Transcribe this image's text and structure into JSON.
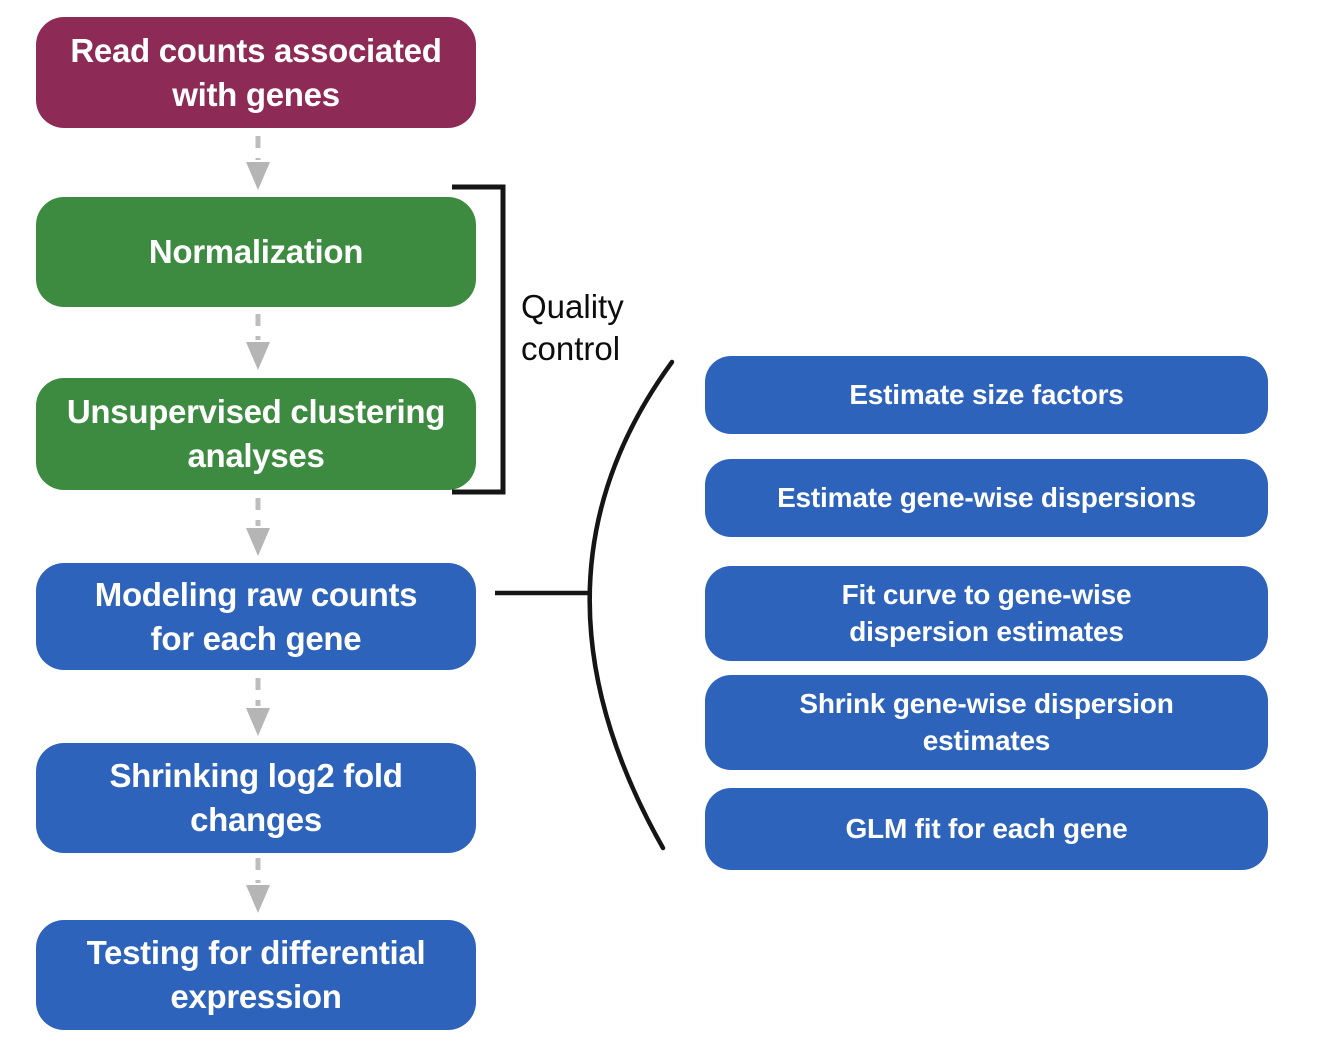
{
  "diagram": {
    "type": "flowchart",
    "quality_control": {
      "label": "Quality\ncontrol"
    },
    "main_steps": [
      {
        "label": "Read counts associated\nwith genes",
        "color": "#8e2a56"
      },
      {
        "label": "Normalization",
        "color": "#3c8b40"
      },
      {
        "label": "Unsupervised clustering\nanalyses",
        "color": "#3c8b40"
      },
      {
        "label": "Modeling raw counts\nfor each gene",
        "color": "#2e63bc"
      },
      {
        "label": "Shrinking log2 fold\nchanges",
        "color": "#2e63bc"
      },
      {
        "label": "Testing for differential\nexpression",
        "color": "#2e63bc"
      }
    ],
    "sub_steps": [
      {
        "label": "Estimate size factors",
        "color": "#2e63bc"
      },
      {
        "label": "Estimate gene-wise dispersions",
        "color": "#2e63bc"
      },
      {
        "label": "Fit curve to gene-wise\ndispersion estimates",
        "color": "#2e63bc"
      },
      {
        "label": "Shrink gene-wise dispersion\nestimates",
        "color": "#2e63bc"
      },
      {
        "label": "GLM fit for each gene",
        "color": "#2e63bc"
      }
    ],
    "colors": {
      "maroon": "#8e2a56",
      "green": "#3c8b40",
      "blue": "#2e63bc",
      "arrow_gray": "#b5b5b5",
      "line_black": "#151515",
      "box_text": "#ffffff",
      "background": "#ffffff"
    }
  }
}
